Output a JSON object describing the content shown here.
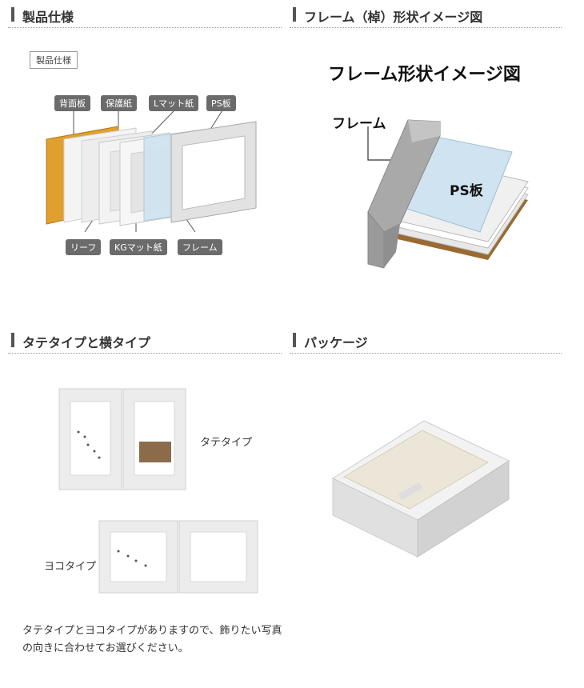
{
  "sections": {
    "spec": {
      "title": "製品仕様"
    },
    "shape": {
      "title": "フレーム（棹）形状イメージ図"
    },
    "types": {
      "title": "タテタイプと横タイプ"
    },
    "package": {
      "title": "パッケージ"
    }
  },
  "spec_diagram": {
    "label": "製品仕様",
    "parts_top": [
      "背面板",
      "保護紙",
      "Lマット紙",
      "PS板"
    ],
    "parts_bottom": [
      "リーフ",
      "KGマット紙",
      "フレーム"
    ]
  },
  "shape_diagram": {
    "title": "フレーム形状イメージ図",
    "frame_label": "フレーム",
    "ps_label": "PS板"
  },
  "types_section": {
    "tate_label": "タテタイプ",
    "yoko_label": "ヨコタイプ",
    "description": "タテタイプとヨコタイプがありますので、飾りたい写真の向きに合わせてお選びください。"
  },
  "colors": {
    "heading_bar": "#555555",
    "tag_bg": "#6b6b6b",
    "back_board": "#e0a030",
    "ps_board": "#cfe3f0",
    "frame_gray": "#a9a9a9"
  }
}
